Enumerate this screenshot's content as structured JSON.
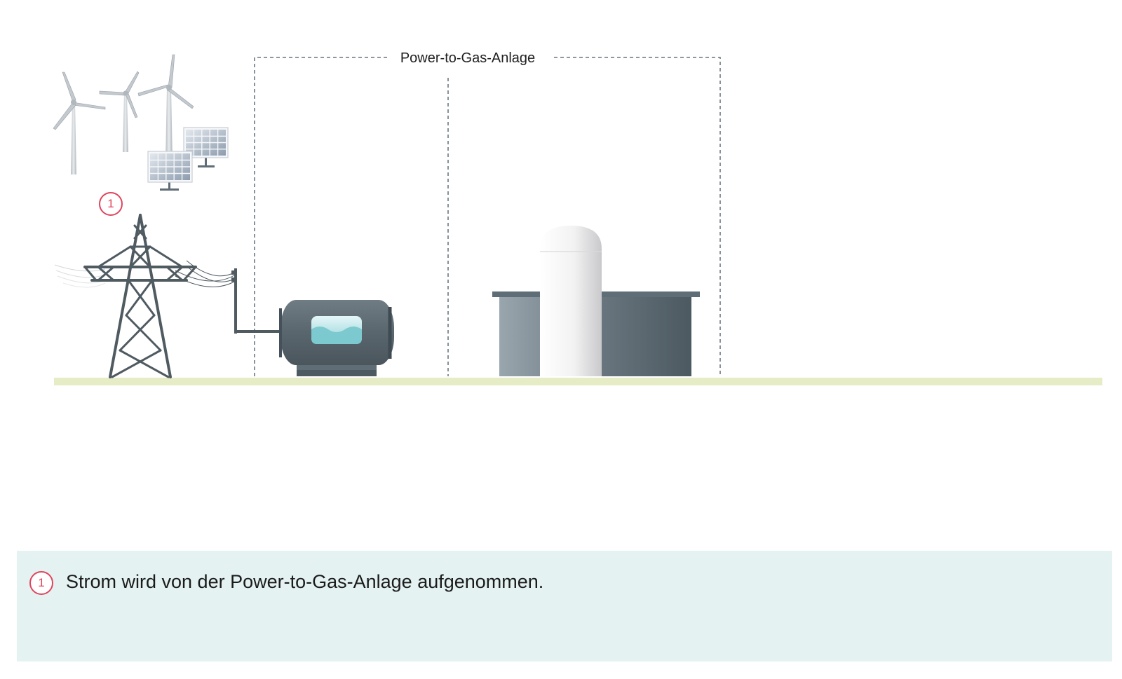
{
  "diagram": {
    "plant_label": "Power-to-Gas-Anlage",
    "step_marker": "1",
    "colors": {
      "accent": "#e0445e",
      "ground": "#e6edc6",
      "legend_bg": "#e4f2f2",
      "equipment": "#5f6d76",
      "dashed_frame": "#6a7780"
    }
  },
  "legend": {
    "items": [
      {
        "number": "1",
        "text": "Strom wird von der Power-to-Gas-Anlage aufgenommen."
      }
    ]
  }
}
